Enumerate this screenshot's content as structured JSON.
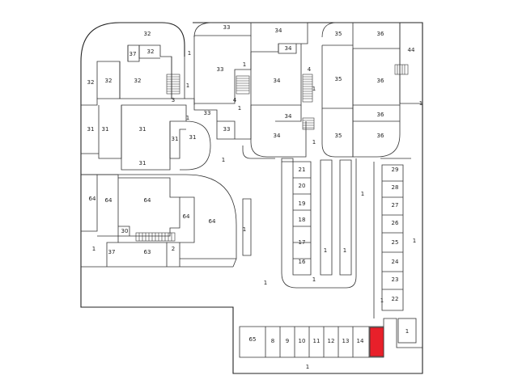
{
  "plan": {
    "highlight_color": "#e8202a",
    "line_color": "#333333",
    "labels": {
      "b32_a": "32",
      "b32_b": "32",
      "b32_c": "32",
      "b32_d": "32",
      "b32_e": "32",
      "b37_a": "37",
      "b33_a": "33",
      "b33_b": "33",
      "b33_c": "33",
      "b33_d": "33",
      "b34_a": "34",
      "b34_b": "34",
      "b34_c": "34",
      "b34_d": "34",
      "b34_e": "34",
      "b35_a": "35",
      "b35_b": "35",
      "b35_c": "35",
      "b36_a": "36",
      "b36_b": "36",
      "b36_c": "36",
      "b36_d": "36",
      "b44": "44",
      "b31_a": "31",
      "b31_b": "31",
      "b31_c": "31",
      "b31_d": "31",
      "b31_e": "31",
      "b31_f": "31",
      "b64_a": "64",
      "b64_b": "64",
      "b64_c": "64",
      "b64_d": "64",
      "b64_e": "64",
      "b30": "30",
      "b63": "63",
      "b37_b": "37",
      "b2": "2",
      "p21": "21",
      "p20": "20",
      "p19": "19",
      "p18": "18",
      "p17": "17",
      "p16": "16",
      "p29": "29",
      "p28": "28",
      "p27": "27",
      "p26": "26",
      "p25": "25",
      "p24": "24",
      "p23": "23",
      "p22": "22",
      "p65": "65",
      "p8": "8",
      "p9": "9",
      "p10": "10",
      "p11": "11",
      "p12": "12",
      "p13": "13",
      "p14": "14",
      "one_a": "1",
      "one_b": "1",
      "one_c": "1",
      "one_d": "1",
      "one_e": "1",
      "one_f": "1",
      "one_g": "1",
      "one_h": "1",
      "one_i": "1",
      "one_j": "1",
      "one_k": "1",
      "one_l": "1",
      "one_m": "1",
      "one_n": "1",
      "one_o": "1",
      "one_p": "1",
      "one_q": "1",
      "one_r": "1",
      "one_s": "1",
      "one_t": "1",
      "three_a": "3",
      "four_a": "4",
      "four_b": "4"
    }
  }
}
